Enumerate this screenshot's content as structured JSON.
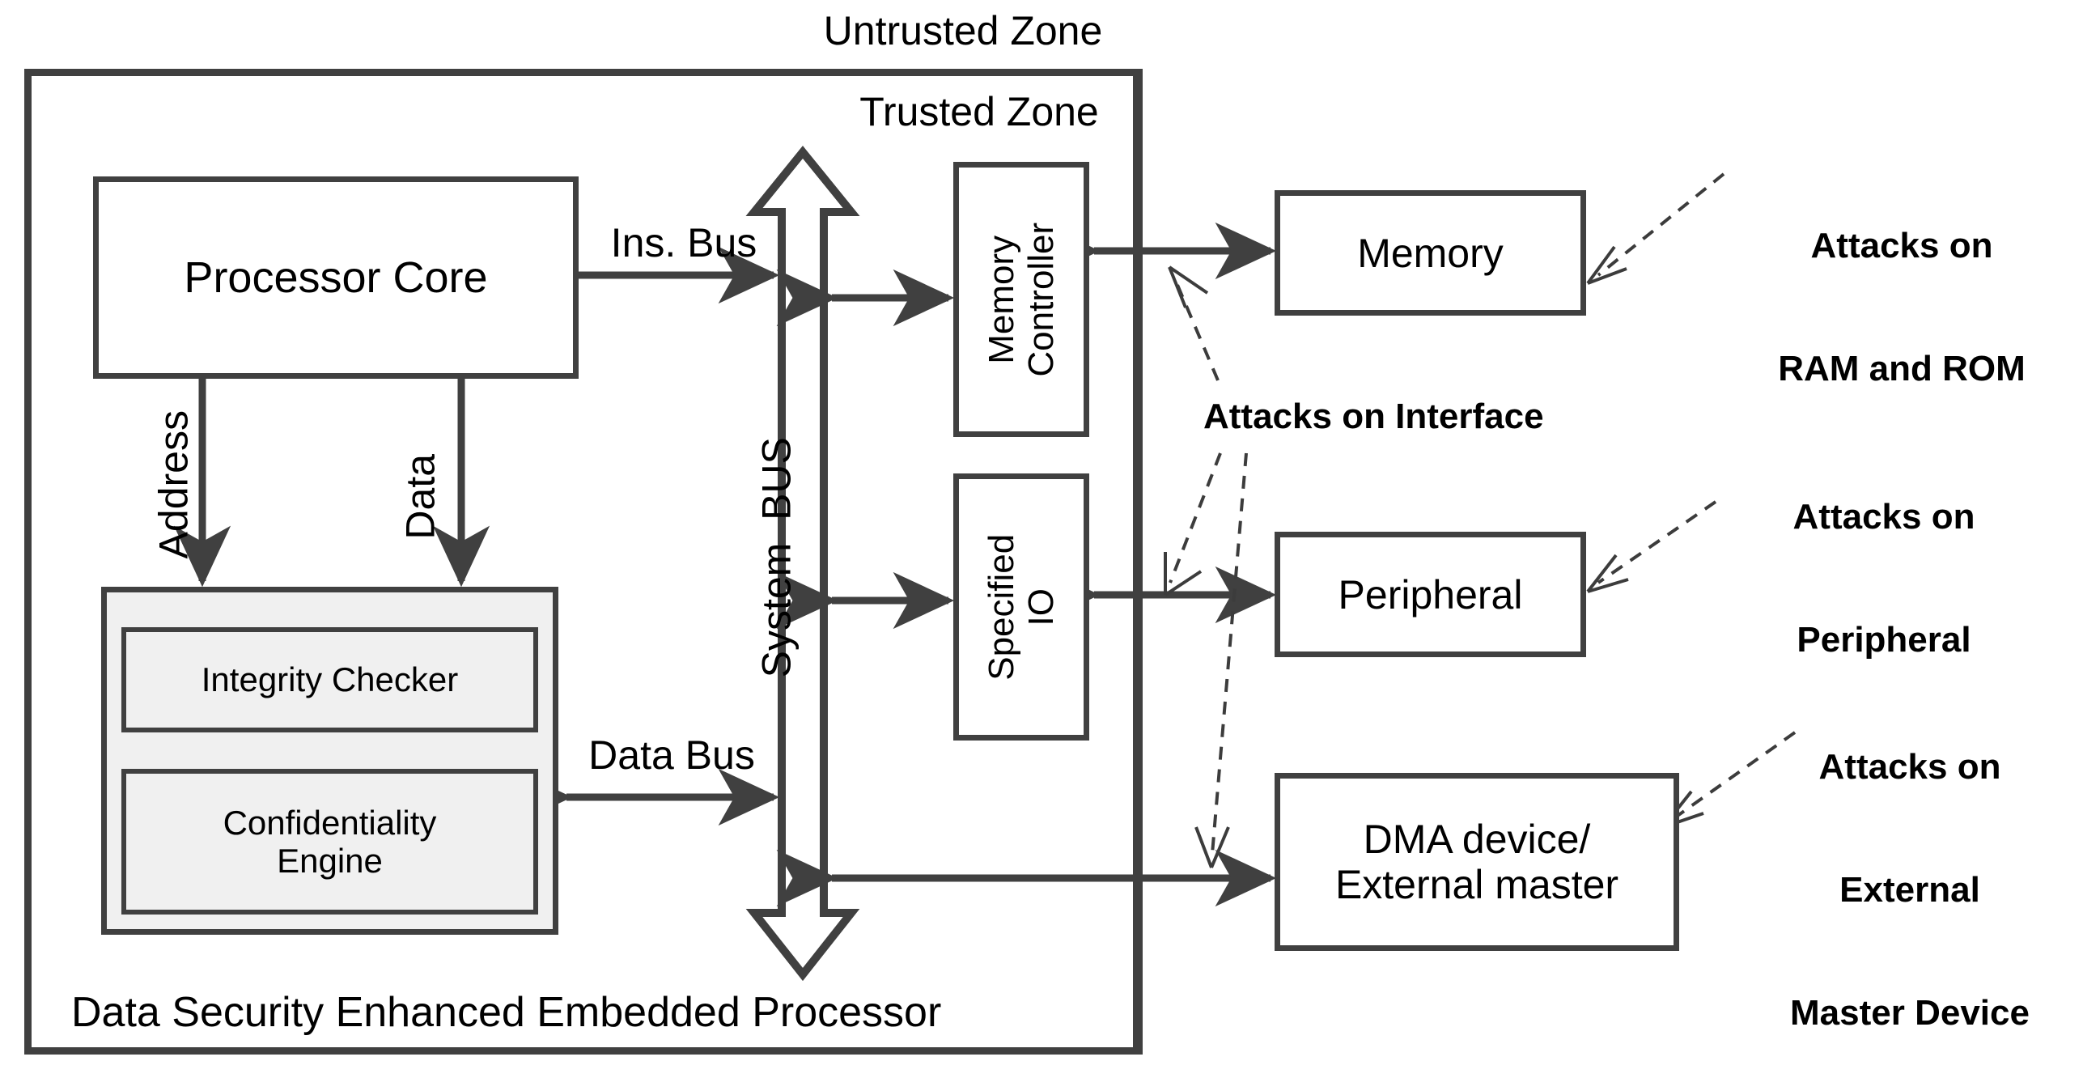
{
  "diagram": {
    "title_untrusted": "Untrusted Zone",
    "title_trusted": "Trusted Zone",
    "caption": "Data Security Enhanced Embedded Processor",
    "colors": {
      "stroke": "#404040",
      "fill_white": "#ffffff",
      "fill_gray": "#f0f0f0",
      "text": "#000000",
      "dashed_attack": "#3c3c3c"
    },
    "blocks": {
      "processor_core": "Processor Core",
      "integrity_checker": "Integrity Checker",
      "confidentiality_engine_line1": "Confidentiality",
      "confidentiality_engine_line2": "Engine",
      "memory_controller_line1": "Memory",
      "memory_controller_line2": "Controller",
      "specified_io_line1": "Specified",
      "specified_io_line2": "IO",
      "memory": "Memory",
      "peripheral": "Peripheral",
      "dma_line1": "DMA device/",
      "dma_line2": "External master"
    },
    "bus_labels": {
      "ins_bus": "Ins. Bus",
      "data_bus": "Data Bus",
      "system_bus": "System  BUS",
      "address": "Address",
      "data": "Data"
    },
    "attacks": {
      "ram_rom_line1": "Attacks on",
      "ram_rom_line2": "RAM and ROM",
      "interface": "Attacks on Interface",
      "peripheral_line1": "Attacks on",
      "peripheral_line2": "Peripheral",
      "external_line1": "Attacks on",
      "external_line2": "External",
      "external_line3": "Master Device"
    }
  }
}
